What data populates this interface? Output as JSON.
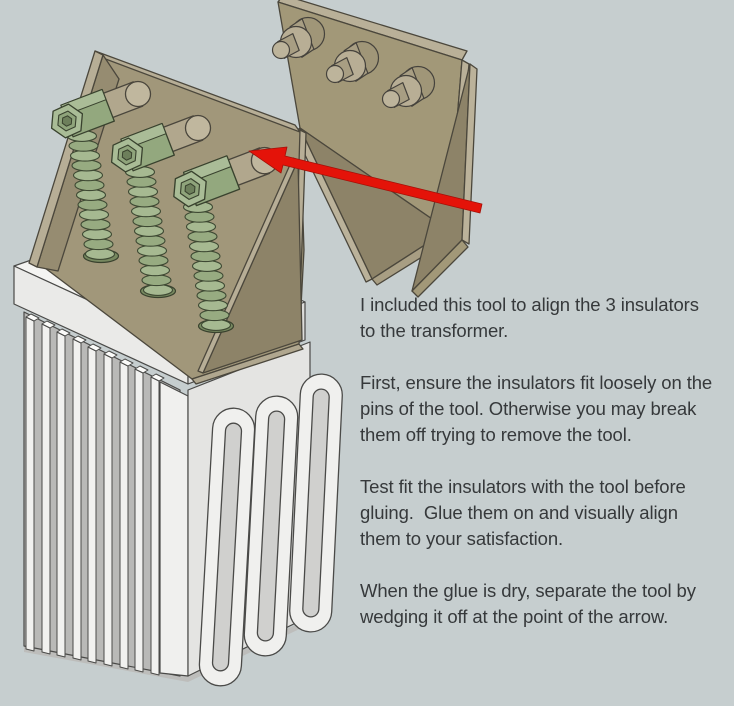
{
  "instructions": {
    "paragraphs": [
      "I included this tool to align the 3 insulators to the transformer.",
      "First, ensure the insulators fit loosely on the pins of the tool. Otherwise you may break them off trying to remove the tool.",
      "Test fit the insulators with the tool before gluing.  Glue them on and visually align them to your satisfaction.",
      "When the glue is dry, separate the tool by wedging it off at the point of the arrow."
    ]
  },
  "figure": {
    "parts": {
      "transformer": "transformer body with cooling fins and radiator loops",
      "insulators": "three ribbed insulators with hex caps",
      "tool_attached": "alignment tool seated over the insulators",
      "tool_detached": "alignment tool showing its 3 locating pins",
      "arrow": "red arrow marking wedge-off point on the tool"
    }
  },
  "colors": {
    "background": "#c6cecf",
    "annotation_arrow": "#e41309",
    "tool_tan": "#a29878",
    "tool_tan_light": "#b9b098",
    "tool_tan_dark": "#8d8368",
    "insulator_green": "#9cb084",
    "insulator_green_light": "#a9bc96",
    "insulator_green_dark": "#7d9168",
    "transformer_white": "#f2f2f0",
    "outline": "#4a4a48",
    "text": "#36393b"
  }
}
